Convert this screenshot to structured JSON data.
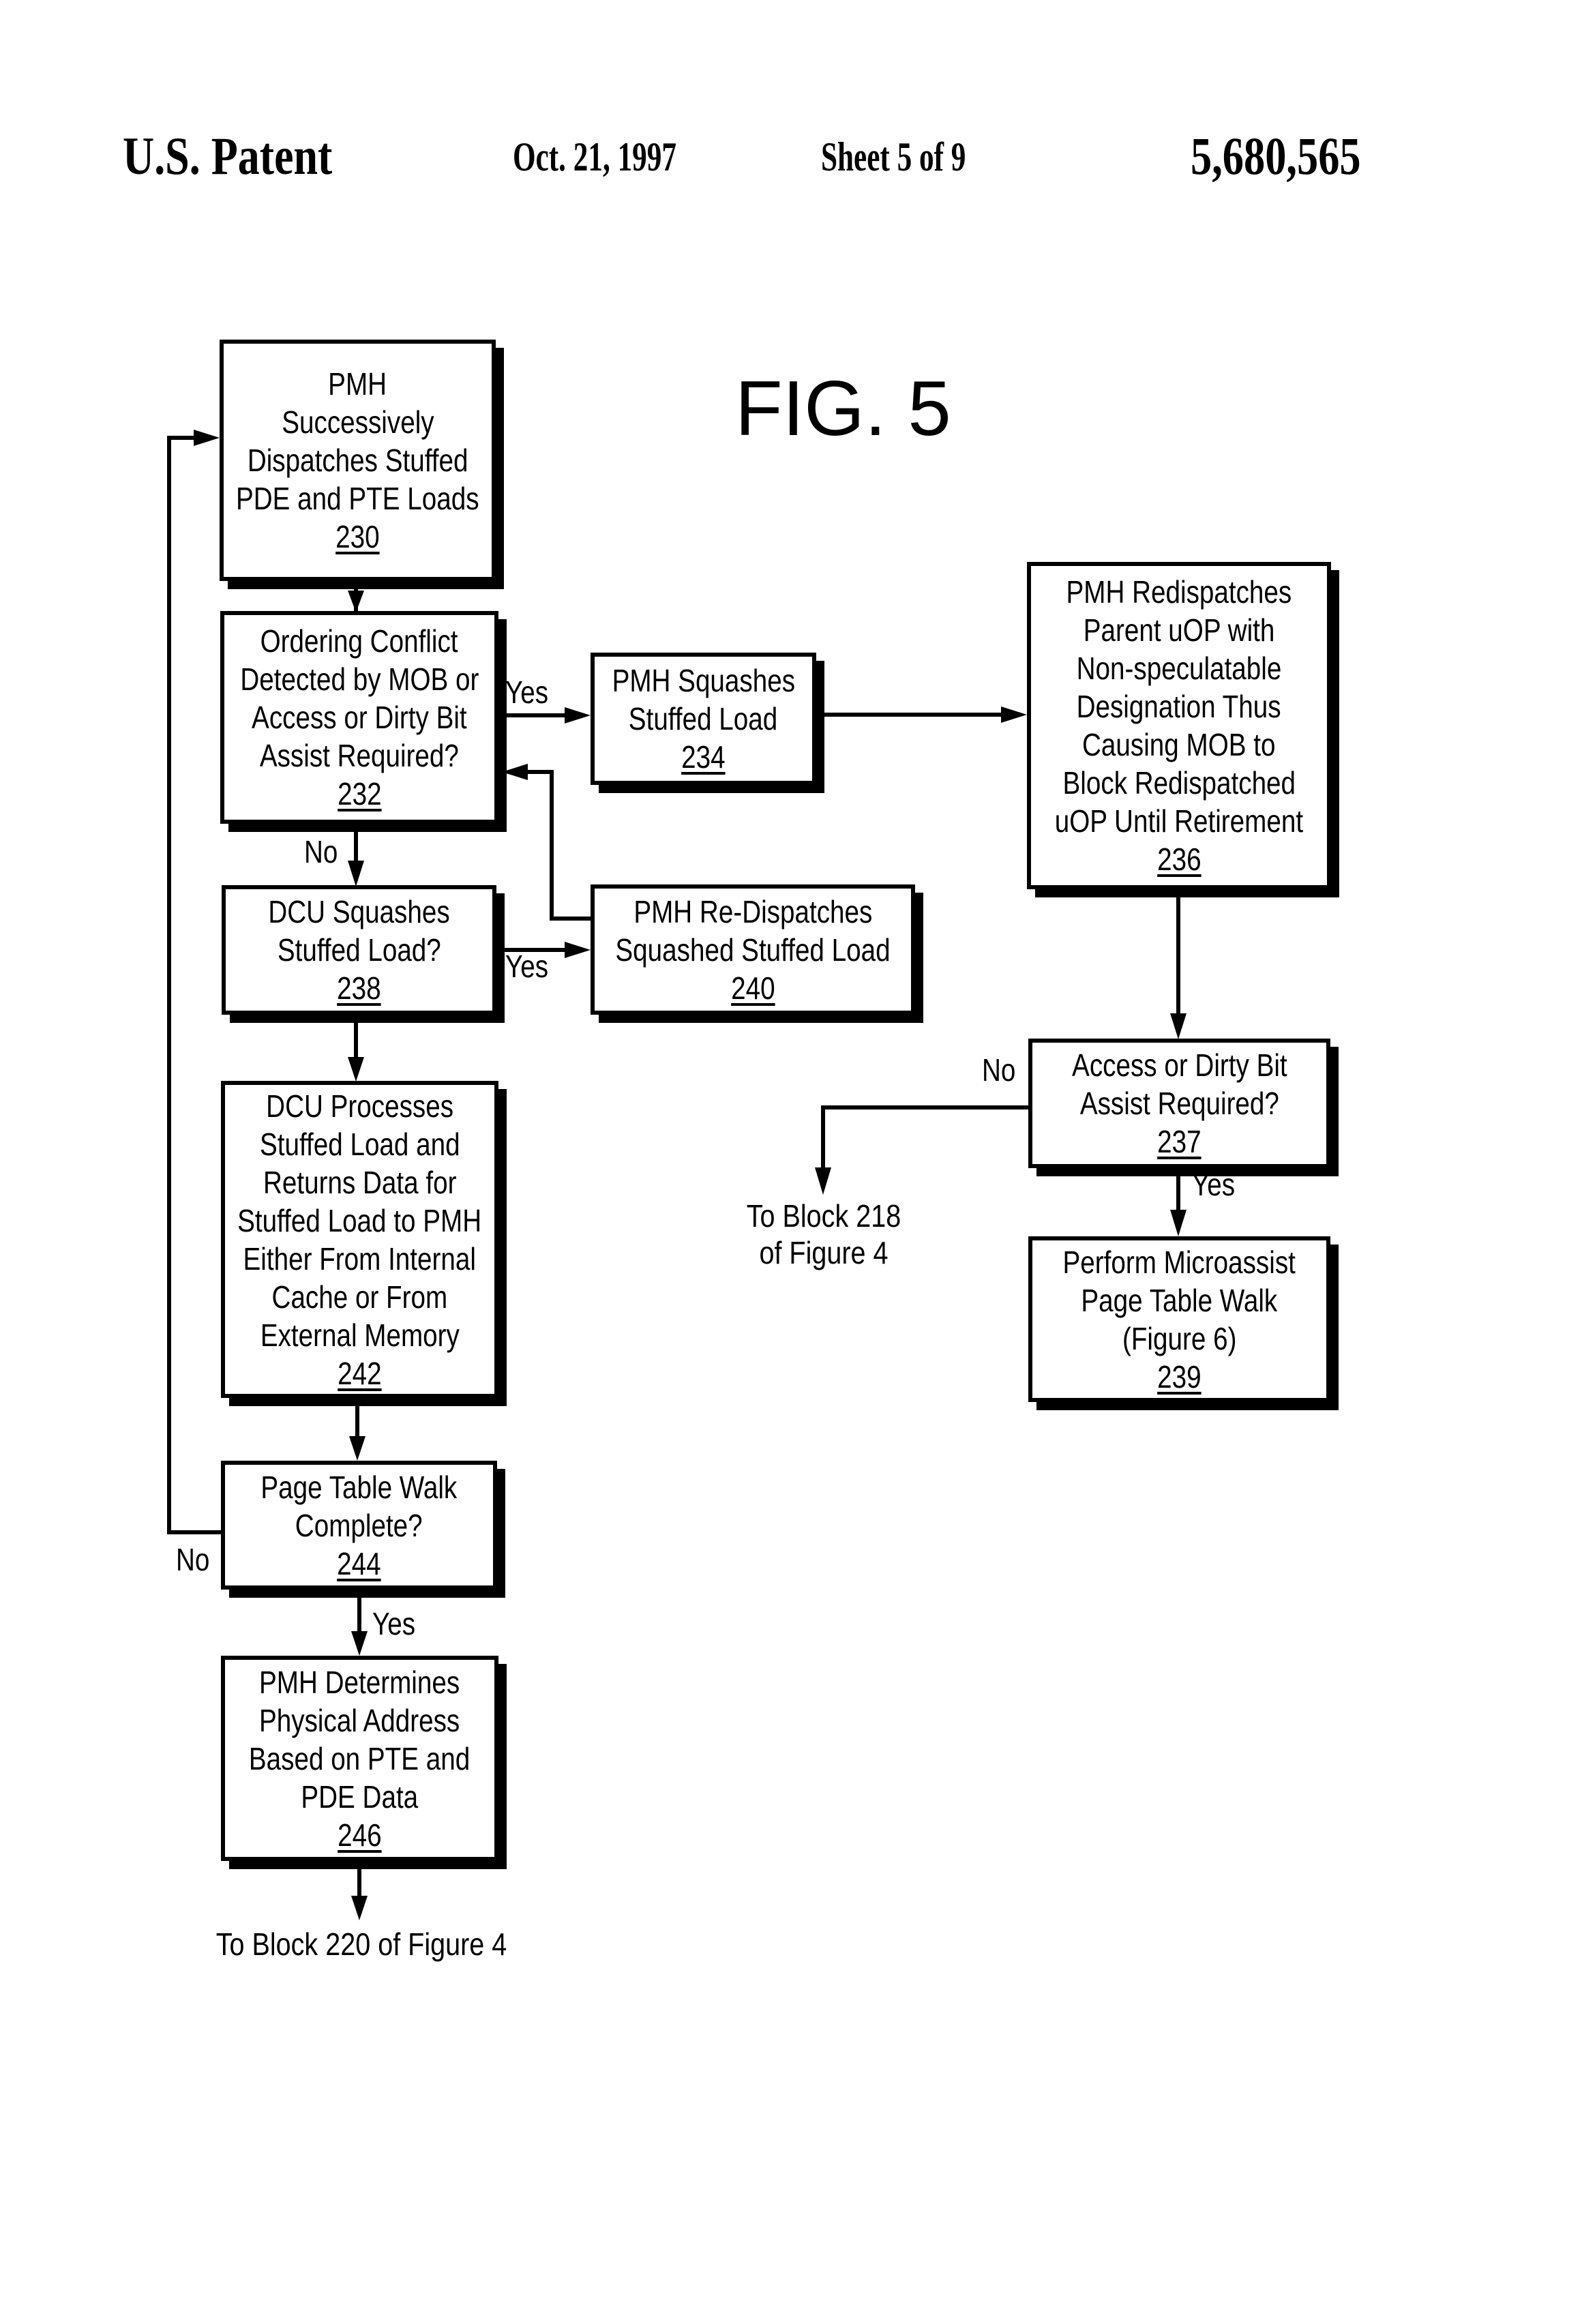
{
  "header": {
    "title": "U.S. Patent",
    "date": "Oct. 21, 1997",
    "sheet": "Sheet 5 of 9",
    "patent_number": "5,680,565"
  },
  "figure_label": "FIG. 5",
  "blocks": {
    "b230": {
      "lines": [
        "PMH",
        "Successively",
        "Dispatches Stuffed",
        "PDE and PTE Loads"
      ],
      "ref": "230"
    },
    "b232": {
      "lines": [
        "Ordering Conflict",
        "Detected by MOB or",
        "Access or Dirty Bit",
        "Assist Required?"
      ],
      "ref": "232"
    },
    "b234": {
      "lines": [
        "PMH Squashes",
        "Stuffed Load"
      ],
      "ref": "234"
    },
    "b236": {
      "lines": [
        "PMH Redispatches",
        "Parent uOP with",
        "Non-speculatable",
        "Designation Thus",
        "Causing MOB to",
        "Block Redispatched",
        "uOP Until Retirement"
      ],
      "ref": "236"
    },
    "b237": {
      "lines": [
        "Access or Dirty Bit",
        "Assist Required?"
      ],
      "ref": "237"
    },
    "b238": {
      "lines": [
        "DCU Squashes",
        "Stuffed Load?"
      ],
      "ref": "238"
    },
    "b239": {
      "lines": [
        "Perform Microassist",
        "Page Table Walk",
        "(Figure 6)"
      ],
      "ref": "239"
    },
    "b240": {
      "lines": [
        "PMH Re-Dispatches",
        "Squashed Stuffed Load"
      ],
      "ref": "240"
    },
    "b242": {
      "lines": [
        "DCU Processes",
        "Stuffed Load and",
        "Returns Data for",
        "Stuffed Load to PMH",
        "Either From Internal",
        "Cache or From",
        "External Memory"
      ],
      "ref": "242"
    },
    "b244": {
      "lines": [
        "Page Table Walk",
        "Complete?"
      ],
      "ref": "244"
    },
    "b246": {
      "lines": [
        "PMH Determines",
        "Physical Address",
        "Based on PTE and",
        "PDE Data"
      ],
      "ref": "246"
    }
  },
  "edge_labels": {
    "yes_232": "Yes",
    "no_232": "No",
    "yes_238": "Yes",
    "no_237": "No",
    "yes_237": "Yes",
    "no_244": "No",
    "yes_244": "Yes"
  },
  "terminals": {
    "to_218": [
      "To Block 218",
      "of Figure 4"
    ],
    "to_220": [
      "To Block 220 of Figure 4"
    ]
  }
}
